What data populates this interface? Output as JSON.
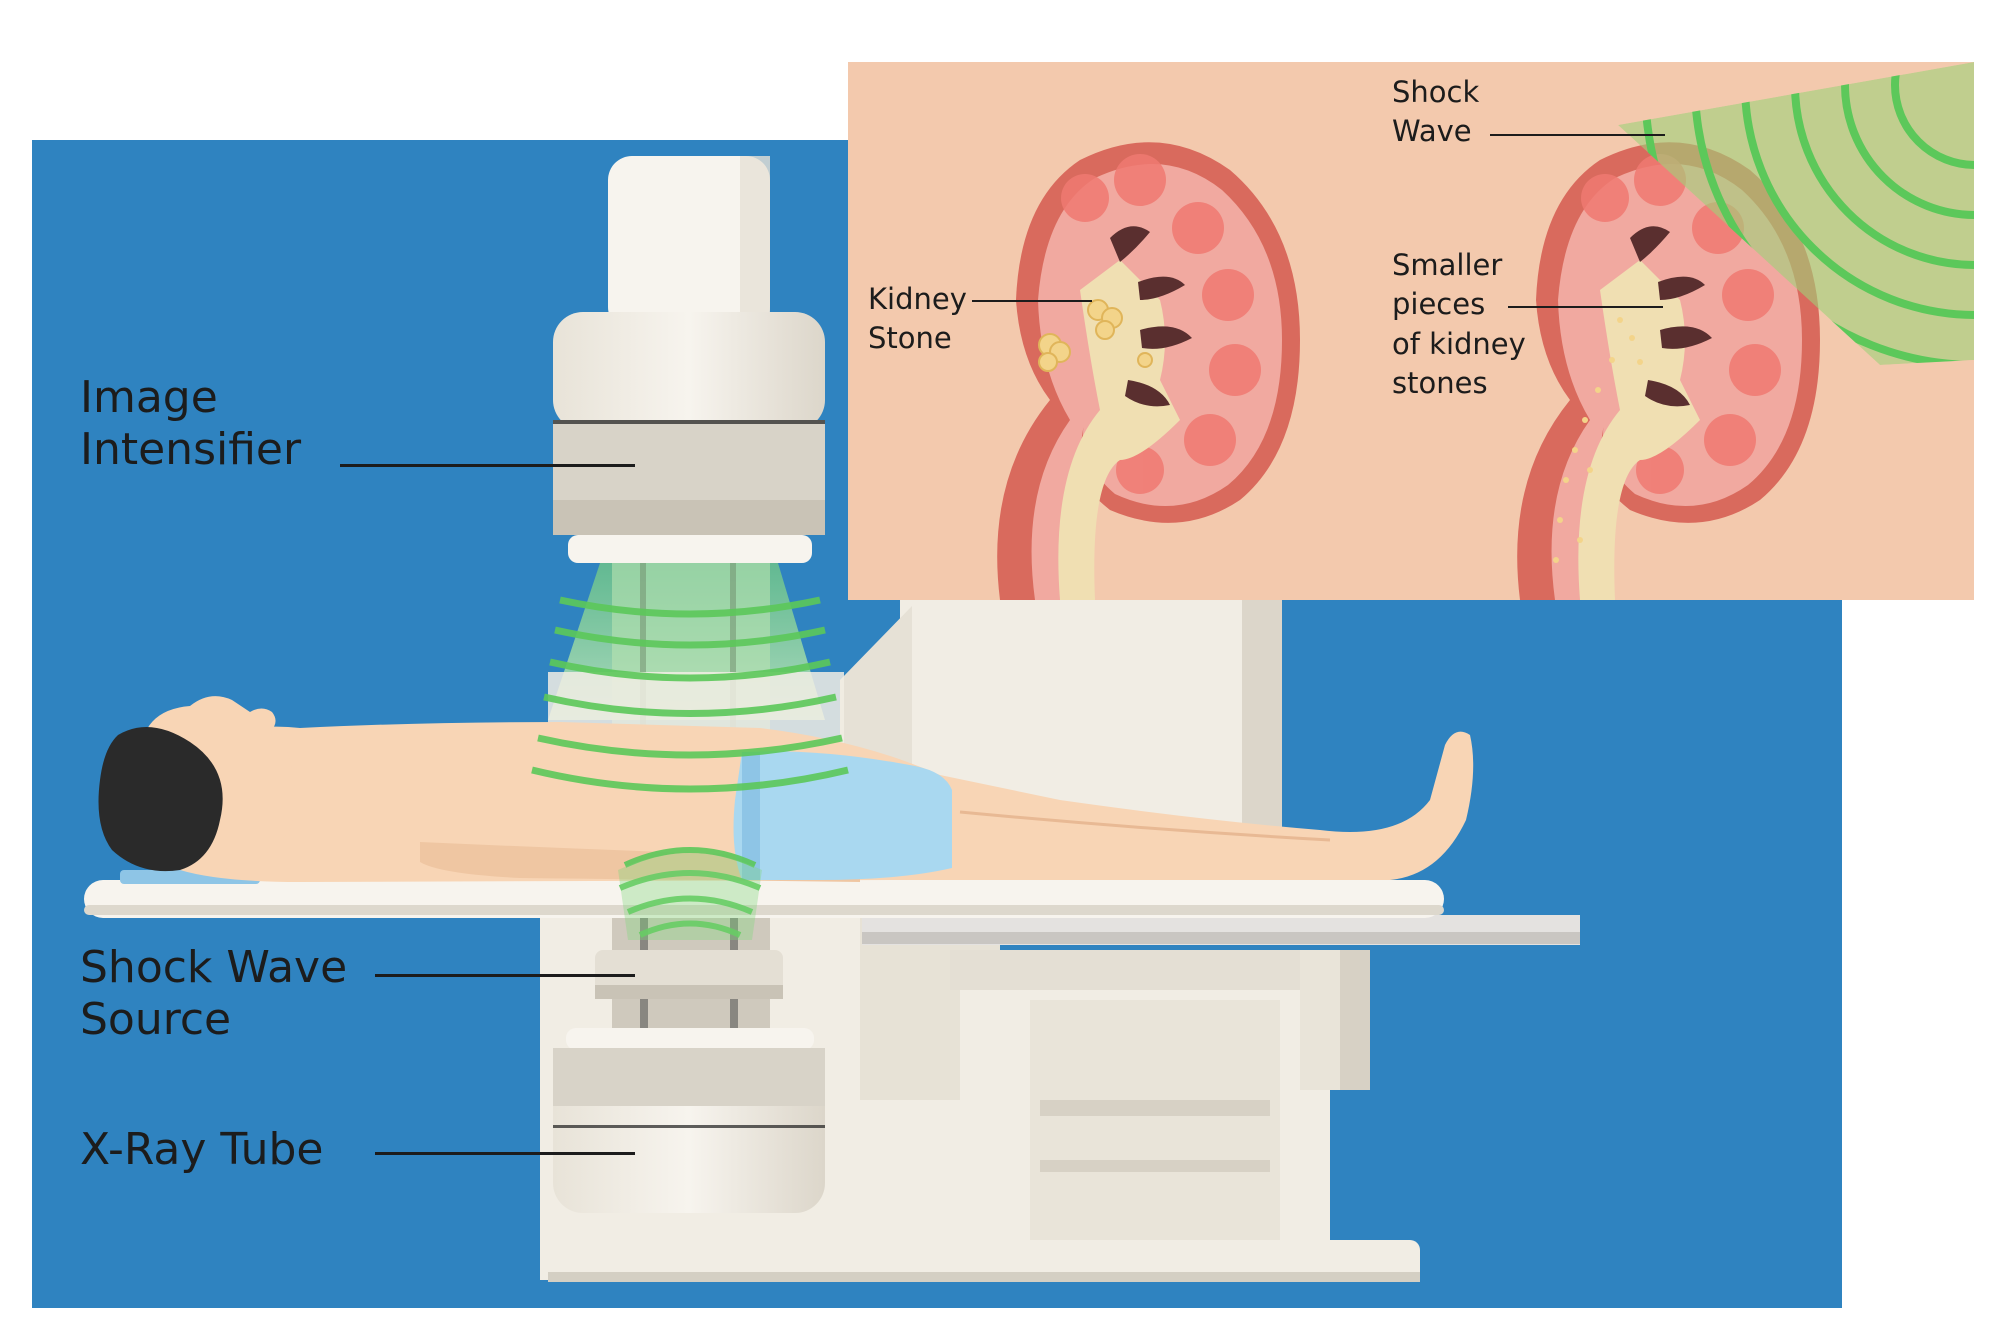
{
  "labels": {
    "image_intensifier": [
      "Image",
      "Intensifier"
    ],
    "shock_wave_source": [
      "Shock Wave",
      "Source"
    ],
    "xray_tube": "X-Ray Tube",
    "kidney_stone": [
      "Kidney",
      "Stone"
    ],
    "shock_wave": [
      "Shock",
      "Wave"
    ],
    "smaller_pieces": [
      "Smaller",
      "pieces",
      "of kidney",
      "stones"
    ]
  },
  "colors": {
    "background_panel": "#2f83c0",
    "inset_background": "#f3c9ad",
    "machine": "#f1ede4",
    "machine_shadow": "#d4cfc3",
    "shock_wave_green": "#5cc85a",
    "skin": "#f8d5b5",
    "shorts": "#a9d8f0",
    "hair": "#2a2a2a",
    "kidney_outer": "#d96a5d",
    "kidney_cortex": "#f1a9a0",
    "kidney_pelvis": "#f0dfb2",
    "stone": "#f3d48a"
  }
}
